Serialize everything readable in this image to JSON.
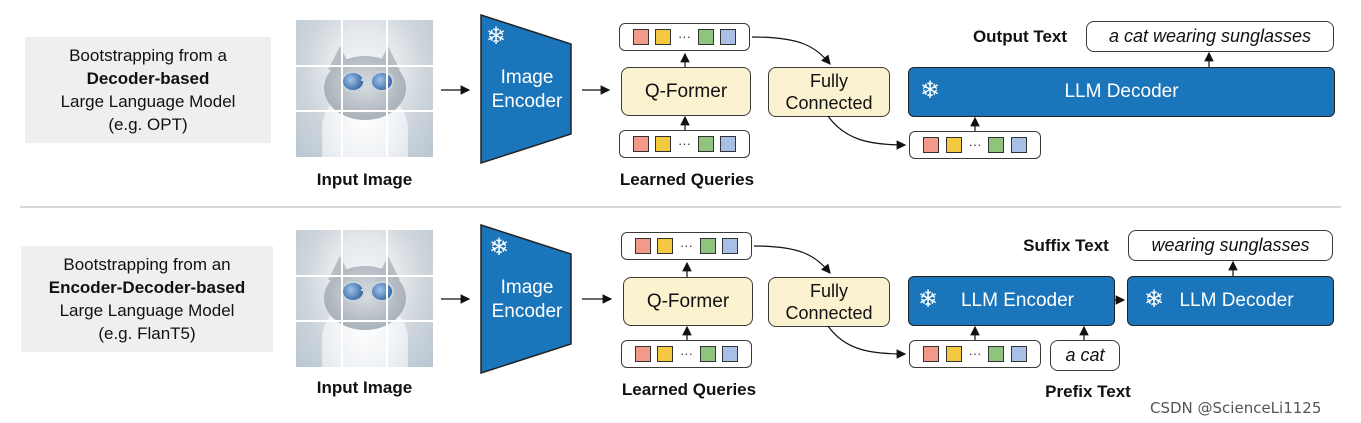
{
  "colors": {
    "encoder_blue": "#1b75bb",
    "qformer_fill": "#fbf2cf",
    "token_colors": [
      "#f29a8a",
      "#f5c842",
      "#8fc47e",
      "#a9bfe6"
    ]
  },
  "top": {
    "description": {
      "line1": "Bootstrapping from a",
      "line2": "Decoder-based",
      "line3": "Large Language Model",
      "line4": "(e.g. OPT)"
    },
    "input_image_label": "Input Image",
    "image_encoder_label_1": "Image",
    "image_encoder_label_2": "Encoder",
    "qformer_label": "Q-Former",
    "learned_queries_label": "Learned Queries",
    "fc_label_1": "Fully",
    "fc_label_2": "Connected",
    "llm_decoder_label": "LLM Decoder",
    "output_text_label": "Output Text",
    "output_text_value": "a cat wearing sunglasses",
    "token_dots": "···"
  },
  "bottom": {
    "description": {
      "line1": "Bootstrapping from an",
      "line2": "Encoder-Decoder-based",
      "line3": "Large Language Model",
      "line4": "(e.g. FlanT5)"
    },
    "input_image_label": "Input Image",
    "image_encoder_label_1": "Image",
    "image_encoder_label_2": "Encoder",
    "qformer_label": "Q-Former",
    "learned_queries_label": "Learned Queries",
    "fc_label_1": "Fully",
    "fc_label_2": "Connected",
    "llm_encoder_label": "LLM Encoder",
    "llm_decoder_label": "LLM Decoder",
    "suffix_text_label": "Suffix Text",
    "suffix_text_value": "wearing sunglasses",
    "prefix_text_label": "Prefix Text",
    "prefix_text_value": "a cat",
    "token_dots": "···"
  },
  "watermark": "CSDN @ScienceLi1125",
  "icons": {
    "frozen": "snowflake-icon"
  }
}
